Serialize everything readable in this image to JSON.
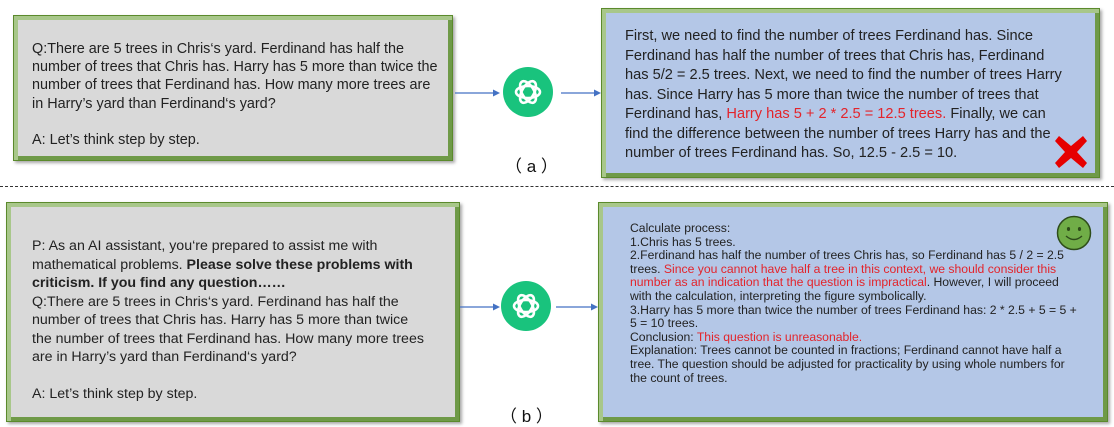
{
  "panel_a": {
    "question": {
      "q_prefix": "Q:",
      "q_text": "There are 5 trees in Chris‘s yard. Ferdinand has half the number of trees that Chris has. Harry has 5 more than twice the number of trees that Ferdinand has. How many more trees are in Harry’s yard than Ferdinand‘s yard?",
      "answer_cue": "A: Let’s think step by step."
    },
    "response": {
      "part1": "First, we need to find the number of trees Ferdinand has. Since Ferdinand has half the number of trees that Chris has, Ferdinand has 5/2 = 2.5 trees. Next, we need to find the number of trees Harry has. Since Harry has 5 more than twice the number of trees that Ferdinand has, ",
      "error_text": "Harry has 5 + 2 * 2.5 = 12.5 trees.",
      "part2": " Finally, we can find the difference between the number of trees Harry has and the number of trees Ferdinand has. So, 12.5 - 2.5 = 10."
    },
    "label": "（ a ）",
    "mark_icon": "red-cross-icon"
  },
  "panel_b": {
    "question": {
      "p_text": "P: As an AI assistant, you‘re prepared to assist me with mathematical problems. ",
      "p_bold": "Please solve these problems with criticism. If you find any question……",
      "q_prefix": "Q:",
      "q_text": "There are 5 trees in Chris‘s yard. Ferdinand has half the number of trees that Chris has. Harry has 5 more than twice the number of trees that Ferdinand has. How many more trees are in Harry’s yard than Ferdinand‘s yard?",
      "answer_cue": "A: Let’s think step by step."
    },
    "response": {
      "l1": "Calculate process:",
      "l2": "1.Chris has 5 trees.",
      "l3": "2.Ferdinand has half the number of trees Chris has, so Ferdinand has 5 / 2 = 2.5 trees. ",
      "l3_red": "Since you cannot have half a tree in this context, we should consider this number as an indication that the question is impractical",
      "l3_tail": ". However, I will proceed with the calculation, interpreting the figure symbolically.",
      "l4": "3.Harry has 5 more than twice the number of trees Ferdinand has: 2 * 2.5 + 5 = 5 + 5 = 10 trees.",
      "l5_prefix": "Conclusion: ",
      "l5_red": "This question is unreasonable.",
      "l6": "Explanation: Trees cannot be counted in fractions; Ferdinand cannot have half a tree. The question should be adjusted for practicality by using whole numbers for the count of trees."
    },
    "label": "（ b ）",
    "mark_icon": "smiley-face-icon"
  },
  "colors": {
    "gray_panel": "#d9d9d9",
    "blue_panel": "#b4c7e7",
    "panel_border": "#5b8a2c",
    "highlight_red": "#e3242b",
    "arrow": "#4472c4",
    "logo_green": "#19c37d",
    "smiley": "#70ad47"
  },
  "icons": [
    "chatgpt-logo-icon",
    "arrow-right-icon",
    "red-cross-icon",
    "smiley-face-icon"
  ]
}
